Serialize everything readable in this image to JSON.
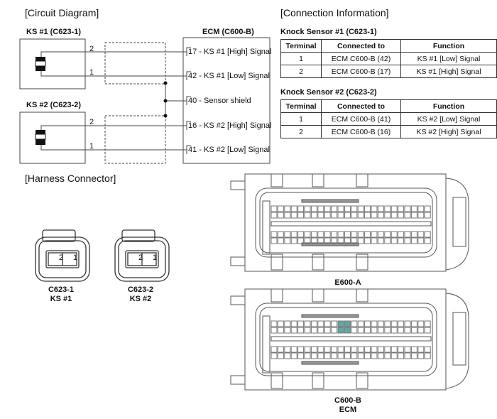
{
  "circuit": {
    "title": "[Circuit Diagram]",
    "ks1_label": "KS #1 (C623-1)",
    "ks2_label": "KS #2 (C623-2)",
    "ecm_label": "ECM (C600-B)",
    "ks1_pins": [
      "2",
      "1"
    ],
    "ks2_pins": [
      "2",
      "1"
    ],
    "ecm_pins": [
      "17 - KS #1 [High] Signal",
      "42 - KS #1 [Low] Signal",
      "40 - Sensor shield",
      "16 - KS #2 [High] Signal",
      "41 - KS #2 [Low] Signal"
    ]
  },
  "connection": {
    "title": "[Connection Information]",
    "headers": [
      "Terminal",
      "Connected to",
      "Function"
    ],
    "tables": [
      {
        "title": "Knock Sensor #1 (C623-1)",
        "rows": [
          [
            "1",
            "ECM C600-B (42)",
            "KS #1 [Low] Signal"
          ],
          [
            "2",
            "ECM C600-B (17)",
            "KS #1 [High] Signal"
          ]
        ]
      },
      {
        "title": "Knock Sensor #2 (C623-2)",
        "rows": [
          [
            "1",
            "ECM C600-B (41)",
            "KS #2 [Low] Signal"
          ],
          [
            "2",
            "ECM C600-B (16)",
            "KS #2 [High] Signal"
          ]
        ]
      }
    ]
  },
  "harness": {
    "title": "[Harness Connector]",
    "c1": {
      "pins": [
        "2",
        "1"
      ],
      "name": "C623-1",
      "sub": "KS #1"
    },
    "c2": {
      "pins": [
        "2",
        "1"
      ],
      "name": "C623-2",
      "sub": "KS #2"
    },
    "ecm_a": {
      "name": "E600-A"
    },
    "ecm_b": {
      "name": "C600-B",
      "sub": "ECM"
    },
    "highlight_color": "#5fa8a0"
  }
}
